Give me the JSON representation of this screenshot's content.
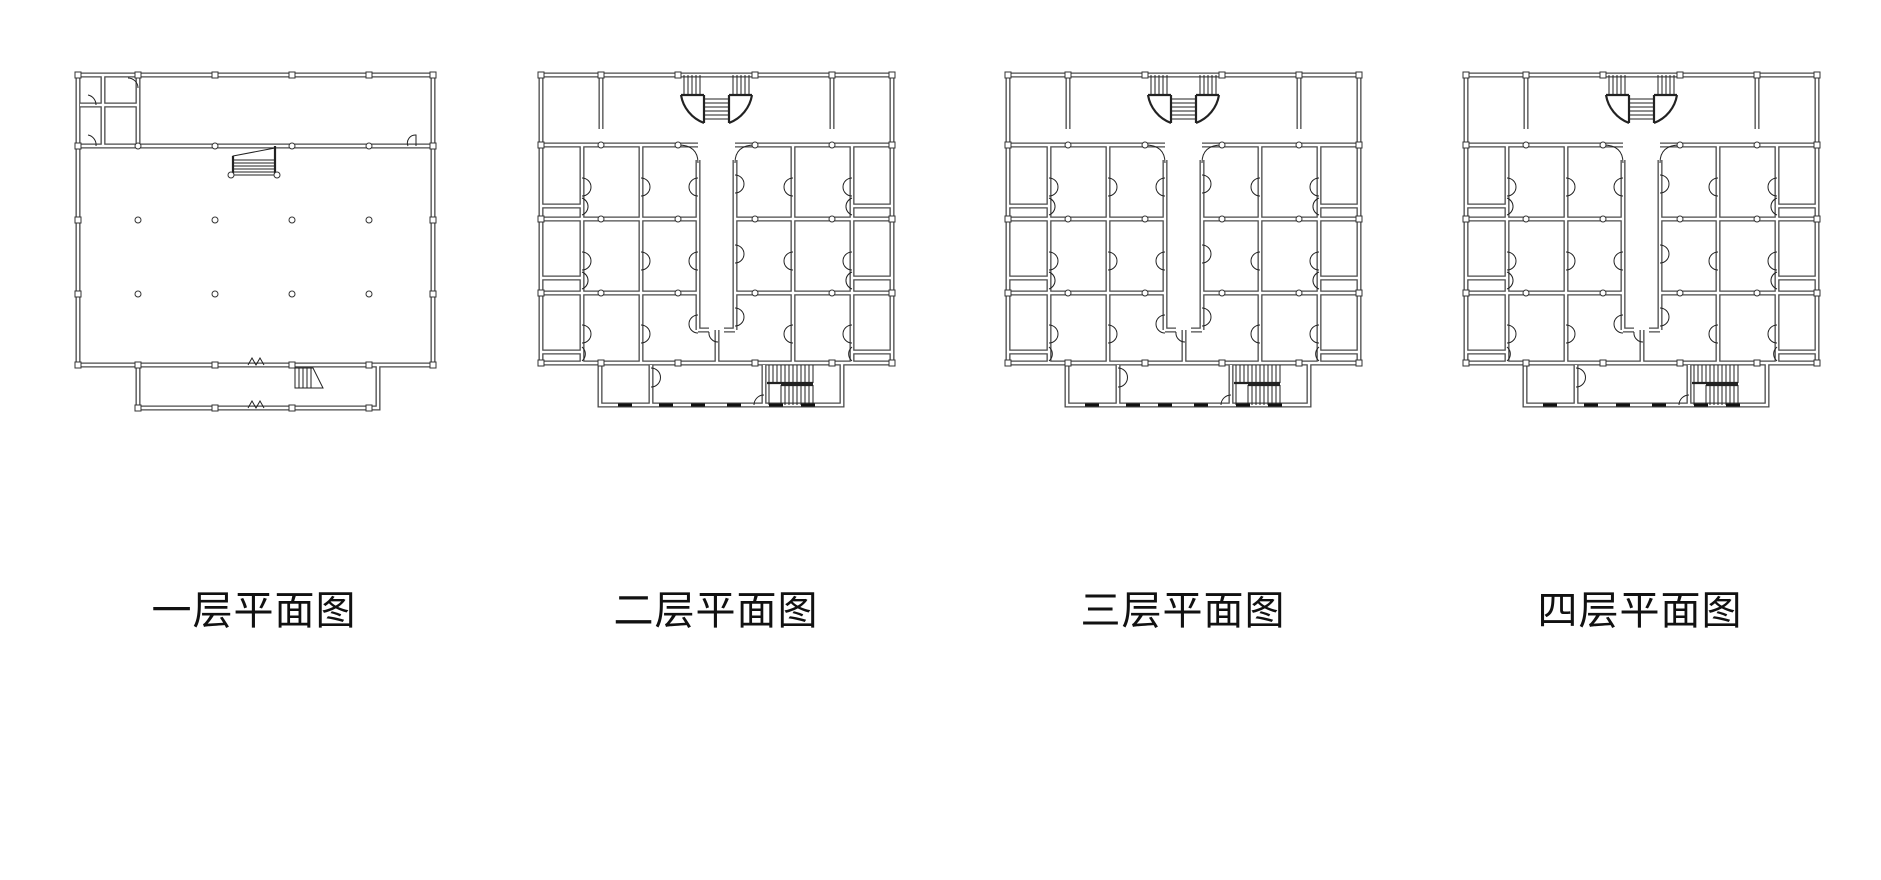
{
  "plans": [
    {
      "title": "一层平面图"
    },
    {
      "title": "二层平面图"
    },
    {
      "title": "三层平面图"
    },
    {
      "title": "四层平面图"
    }
  ]
}
